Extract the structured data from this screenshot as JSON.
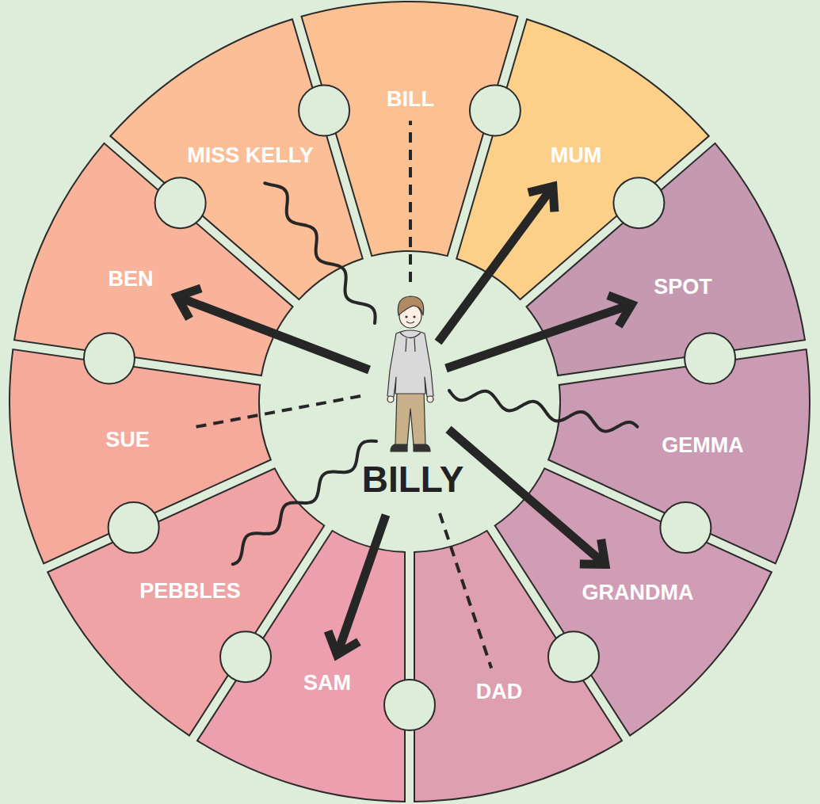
{
  "diagram": {
    "nodes": [
      {
        "text": [
          "BILLY"
        ]
      },
      {
        "text": [
          "BILL"
        ]
      },
      {
        "text": [
          "MUM"
        ]
      },
      {
        "text": [
          "SPOT"
        ]
      },
      {
        "text": [
          "GEMMA"
        ]
      },
      {
        "text": [
          "GRANDMA"
        ]
      },
      {
        "text": [
          "DAD"
        ]
      },
      {
        "text": [
          "SAM"
        ]
      },
      {
        "text": [
          "PEBBLES"
        ]
      },
      {
        "text": [
          "SUE"
        ]
      },
      {
        "text": [
          "BEN"
        ]
      },
      {
        "text": [
          "MISS KELLY"
        ]
      }
    ],
    "edges": [
      {
        "from": 0,
        "to": 1,
        "arrow": "none"
      },
      {
        "from": 0,
        "to": 2,
        "arrow": "to"
      },
      {
        "from": 0,
        "to": 3,
        "arrow": "to"
      },
      {
        "from": 0,
        "to": 4,
        "arrow": "none"
      },
      {
        "from": 0,
        "to": 5,
        "arrow": "to"
      },
      {
        "from": 0,
        "to": 6,
        "arrow": "none"
      },
      {
        "from": 0,
        "to": 7,
        "arrow": "to"
      },
      {
        "from": 0,
        "to": 8,
        "arrow": "none"
      },
      {
        "from": 0,
        "to": 9,
        "arrow": "none"
      },
      {
        "from": 0,
        "to": 10,
        "arrow": "to"
      },
      {
        "from": 0,
        "to": 11,
        "arrow": "none"
      }
    ]
  }
}
